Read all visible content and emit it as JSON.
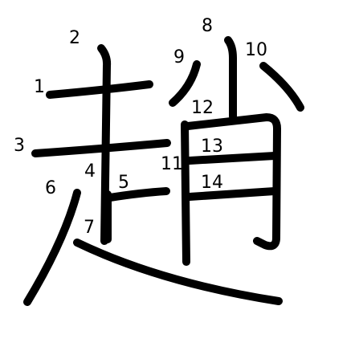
{
  "character": {
    "strokes": [
      {
        "number": "1"
      },
      {
        "number": "2"
      },
      {
        "number": "3"
      },
      {
        "number": "4"
      },
      {
        "number": "5"
      },
      {
        "number": "6"
      },
      {
        "number": "7"
      },
      {
        "number": "8"
      },
      {
        "number": "9"
      },
      {
        "number": "10"
      },
      {
        "number": "11"
      },
      {
        "number": "12"
      },
      {
        "number": "13"
      },
      {
        "number": "14"
      }
    ]
  }
}
